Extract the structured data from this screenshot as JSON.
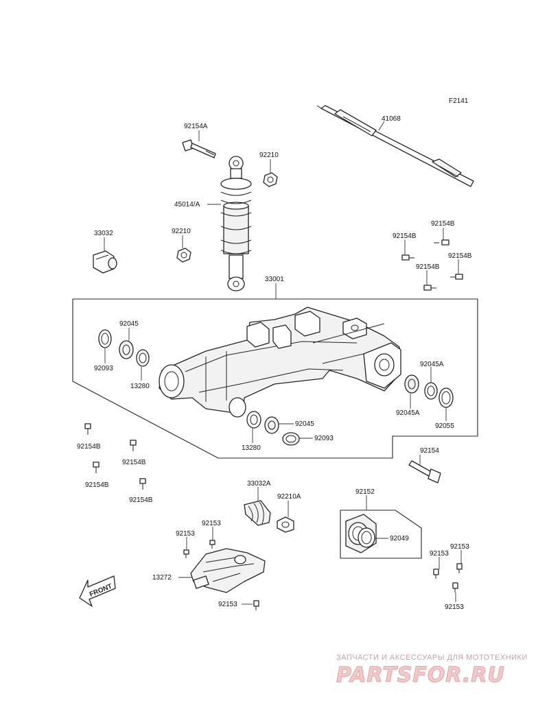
{
  "diagram_code": "F2141",
  "labels": {
    "shaft": "41068",
    "bolt_top": "92154A",
    "nut_top": "92210",
    "shock_absorber": "45014/A",
    "bushing_left": "33032",
    "nut_mid": "92210",
    "swing_arm_group": "33001",
    "bolt_b_1": "92154B",
    "bolt_b_2": "92154B",
    "bolt_b_3": "92154B",
    "bolt_b_4": "92154B",
    "bearing_left": "92045",
    "seal_left": "92093",
    "ring_left": "13280",
    "bearing_right_a": "92045A",
    "bearing_right_a2": "92045A",
    "seal_right": "92055",
    "bearing_lower": "92045",
    "ring_lower": "13280",
    "seal_lower": "92093",
    "bolt_b_5": "92154B",
    "bolt_b_6": "92154B",
    "bolt_b_7": "92154B",
    "bolt_b_8": "92154B",
    "bolt_pivot": "92154",
    "bushing_lower": "33032A",
    "nut_lower": "92210A",
    "housing_group": "92152",
    "seal_housing": "92049",
    "screw_1": "92153",
    "screw_2": "92153",
    "guard_plate": "13272",
    "screw_3": "92153",
    "screw_4": "92153",
    "screw_5": "92153",
    "screw_6": "92153"
  },
  "front_arrow": "FRONT",
  "watermark": {
    "tagline": "ЗАПЧАСТИ И АКСЕССУАРЫ ДЛЯ МОТОТЕХНИКИ",
    "logo": "PARTSFOR.RU"
  }
}
